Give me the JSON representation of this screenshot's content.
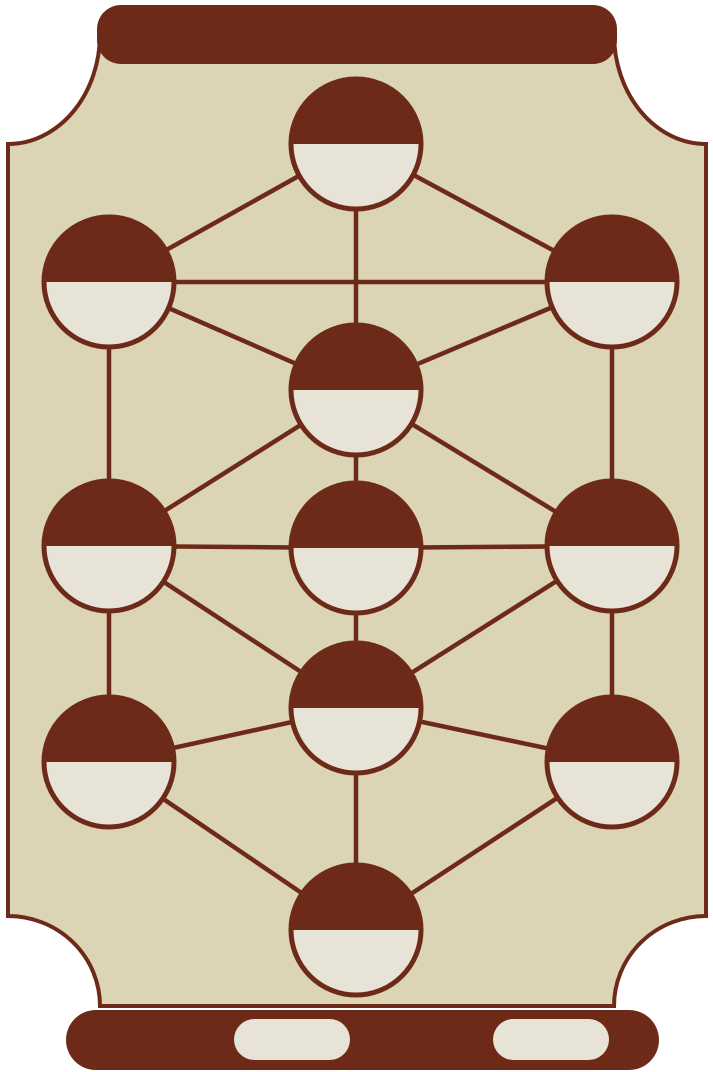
{
  "colors": {
    "primary": "#6e2a18",
    "panel": "#dbd5b5",
    "node_fill": "#e7e3d6",
    "pill": "#e7e3d6"
  },
  "nodes": [
    {
      "id": "n1",
      "name": "top"
    },
    {
      "id": "n2",
      "name": "upper-left"
    },
    {
      "id": "n3",
      "name": "upper-right"
    },
    {
      "id": "n4",
      "name": "upper-center"
    },
    {
      "id": "n5",
      "name": "middle-left"
    },
    {
      "id": "n6",
      "name": "middle-center"
    },
    {
      "id": "n7",
      "name": "middle-right"
    },
    {
      "id": "n8",
      "name": "lower-center"
    },
    {
      "id": "n9",
      "name": "lower-left"
    },
    {
      "id": "n10",
      "name": "lower-right"
    },
    {
      "id": "n11",
      "name": "bottom"
    }
  ],
  "edges": [
    [
      "n1",
      "n2"
    ],
    [
      "n1",
      "n3"
    ],
    [
      "n1",
      "n4"
    ],
    [
      "n2",
      "n3"
    ],
    [
      "n2",
      "n4"
    ],
    [
      "n3",
      "n4"
    ],
    [
      "n2",
      "n5"
    ],
    [
      "n3",
      "n7"
    ],
    [
      "n4",
      "n5"
    ],
    [
      "n4",
      "n6"
    ],
    [
      "n4",
      "n7"
    ],
    [
      "n5",
      "n6"
    ],
    [
      "n6",
      "n7"
    ],
    [
      "n5",
      "n8"
    ],
    [
      "n6",
      "n8"
    ],
    [
      "n7",
      "n8"
    ],
    [
      "n5",
      "n9"
    ],
    [
      "n7",
      "n10"
    ],
    [
      "n8",
      "n9"
    ],
    [
      "n8",
      "n10"
    ],
    [
      "n8",
      "n11"
    ],
    [
      "n9",
      "n11"
    ],
    [
      "n10",
      "n11"
    ]
  ],
  "footer": {
    "buttons": [
      {
        "id": "footer-button-left"
      },
      {
        "id": "footer-button-right"
      }
    ]
  }
}
